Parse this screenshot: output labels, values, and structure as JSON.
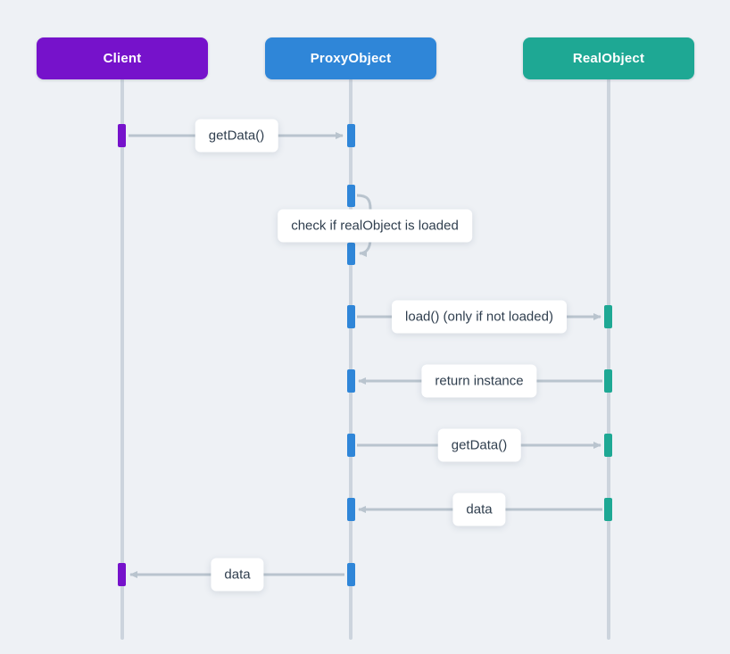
{
  "diagram": {
    "type": "sequence-diagram",
    "actors": [
      {
        "id": "client",
        "label": "Client",
        "color": "#7612cb"
      },
      {
        "id": "proxy",
        "label": "ProxyObject",
        "color": "#2f86d8"
      },
      {
        "id": "real",
        "label": "RealObject",
        "color": "#1ea894"
      }
    ],
    "messages": [
      {
        "label": "getData()",
        "from": "client",
        "to": "proxy",
        "kind": "call"
      },
      {
        "label": "check if realObject is loaded",
        "from": "proxy",
        "to": "proxy",
        "kind": "self"
      },
      {
        "label": "load() (only if not loaded)",
        "from": "proxy",
        "to": "real",
        "kind": "call"
      },
      {
        "label": "return instance",
        "from": "real",
        "to": "proxy",
        "kind": "return"
      },
      {
        "label": "getData()",
        "from": "proxy",
        "to": "real",
        "kind": "call"
      },
      {
        "label": "data",
        "from": "real",
        "to": "proxy",
        "kind": "return"
      },
      {
        "label": "data",
        "from": "proxy",
        "to": "client",
        "kind": "return"
      }
    ],
    "colors": {
      "client": "#7612cb",
      "proxy": "#2f86d8",
      "real": "#1ea894",
      "lifeline": "#ccd4dd",
      "arrow": "#b9c4ce",
      "label_text": "#2f3e4e",
      "background": "#eef1f5"
    }
  }
}
